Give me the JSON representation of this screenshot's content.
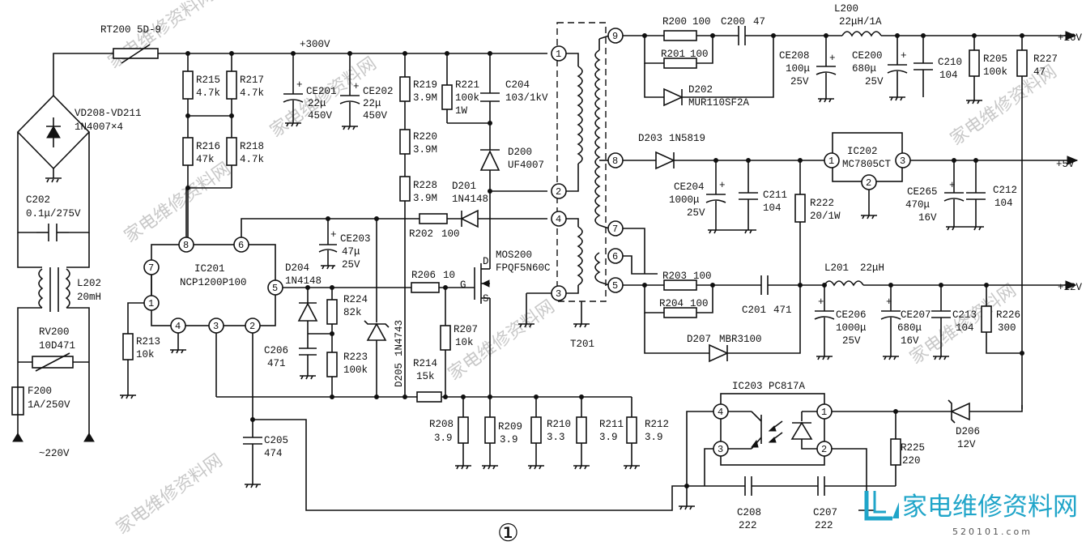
{
  "schematic": {
    "components": {
      "rt200": "RT200 5D-9",
      "bridge_ref": "VD208-VD211",
      "bridge_val": "1N4007×4",
      "c202_ref": "C202",
      "c202_val": "0.1μ/275V",
      "l202_ref": "L202",
      "l202_val": "20mH",
      "rv200_ref": "RV200",
      "rv200_val": "10D471",
      "f200_ref": "F200",
      "f200_val": "1A/250V",
      "ac_in": "~220V",
      "r215": "R215",
      "r215v": "4.7k",
      "r217": "R217",
      "r217v": "4.7k",
      "r216": "R216",
      "r216v": "47k",
      "r218": "R218",
      "r218v": "4.7k",
      "bus300": "+300V",
      "ce201": "CE201",
      "ce201v1": "22μ",
      "ce201v2": "450V",
      "ce202": "CE202",
      "ce202v1": "22μ",
      "ce202v2": "450V",
      "r219": "R219",
      "r219v": "3.9M",
      "r220": "R220",
      "r220v": "3.9M",
      "r228": "R228",
      "r228v": "3.9M",
      "r221": "R221",
      "r221v1": "100k",
      "r221v2": "1W",
      "c204": "C204",
      "c204v": "103/1kV",
      "d200": "D200",
      "d200v": "UF4007",
      "d201": "D201",
      "d201v": "1N4148",
      "r202": "R202",
      "r202v": "100",
      "ce203": "CE203",
      "ce203v1": "47μ",
      "ce203v2": "25V",
      "ic201": "IC201",
      "ic201v": "NCP1200P100",
      "d204": "D204",
      "d204v": "1N4148",
      "r224": "R224",
      "r224v": "82k",
      "c206": "C206",
      "c206v": "471",
      "r223": "R223",
      "r223v": "100k",
      "d205": "D205",
      "d205v": "1N4743",
      "r213": "R213",
      "r213v": "10k",
      "c205": "C205",
      "c205v": "474",
      "mos200": "MOS200",
      "mos200v": "FPQF5N60C",
      "gate": "G",
      "drain": "D",
      "source": "S",
      "r206": "R206",
      "r206v": "10",
      "r207": "R207",
      "r207v": "10k",
      "r214": "R214",
      "r214v": "15k",
      "r208": "R208",
      "r208v": "3.9",
      "r209": "R209",
      "r209v": "3.9",
      "r210": "R210",
      "r210v": "3.3",
      "r211": "R211",
      "r211v": "3.9",
      "r212": "R212",
      "r212v": "3.9",
      "t201": "T201",
      "r200": "R200",
      "r200v": "100",
      "c200": "C200",
      "c200v": "47",
      "r201": "R201",
      "r201v": "100",
      "d202": "D202",
      "d202v": "MUR110SF2A",
      "l200": "L200",
      "l200v": "22μH/1A",
      "ce208": "CE208",
      "ce208v1": "100μ",
      "ce208v2": "25V",
      "ce200": "CE200",
      "ce200v1": "680μ",
      "ce200v2": "25V",
      "c210": "C210",
      "c210v": "104",
      "r205": "R205",
      "r205v": "100k",
      "r227": "R227",
      "r227v": "47",
      "out16": "+16V",
      "d203": "D203",
      "d203v": "1N5819",
      "ic202": "IC202",
      "ic202v": "MC7805CT",
      "out5": "+5V",
      "ce204": "CE204",
      "ce204v1": "1000μ",
      "ce204v2": "25V",
      "c211": "C211",
      "c211v": "104",
      "r222": "R222",
      "r222v": "20/1W",
      "ce265": "CE265",
      "ce265v1": "470μ",
      "ce265v2": "16V",
      "c212": "C212",
      "c212v": "104",
      "r203": "R203",
      "r203v": "100",
      "r204": "R204",
      "r204v": "100",
      "c201": "C201",
      "c201v": "471",
      "d207": "D207",
      "d207v": "MBR3100",
      "l201": "L201",
      "l201v": "22μH",
      "out12": "+12V",
      "ce206": "CE206",
      "ce206v1": "1000μ",
      "ce206v2": "25V",
      "ce207": "CE207",
      "ce207v1": "680μ",
      "ce207v2": "16V",
      "c213": "C213",
      "c213v": "104",
      "r226": "R226",
      "r226v": "300",
      "ic203": "IC203 PC817A",
      "d206": "D206",
      "d206v": "12V",
      "r225": "R225",
      "r225v": "220",
      "c208": "C208",
      "c208v": "222",
      "c207": "C207",
      "c207v": "222"
    },
    "pins": {
      "ic201": [
        "8",
        "6",
        "7",
        "1",
        "4",
        "3",
        "2",
        "5"
      ],
      "t201": [
        "1",
        "2",
        "4",
        "3",
        "9",
        "8",
        "7",
        "6",
        "5"
      ],
      "ic202": [
        "1",
        "2",
        "3"
      ],
      "ic203": [
        "4",
        "3",
        "1",
        "2"
      ]
    },
    "figure_mark": "①",
    "watermark_text": "家电维修资料网",
    "logo_text": "家电维修资料网",
    "logo_url": "520101.com"
  }
}
